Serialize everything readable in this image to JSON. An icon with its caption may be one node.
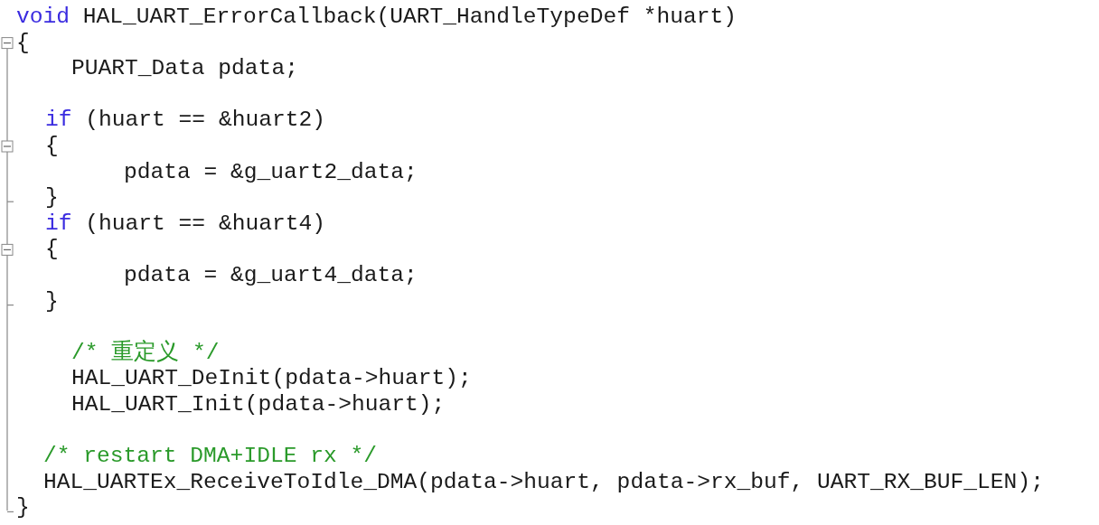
{
  "diagram": {
    "labels": [
      "void HAL_UART_ErrorCallback(UART_HandleTypeDef *huart)",
      "{",
      "PUART_Data pdata;",
      "if (huart == &huart2)",
      "{",
      "pdata = &g_uart2_data;",
      "}",
      "if (huart == &huart4)",
      "{",
      "pdata = &g_uart4_data;",
      "}",
      "/* 重定义 */",
      "HAL_UART_DeInit(pdata->huart);",
      "HAL_UART_Init(pdata->huart);",
      "/* restart DMA+IDLE rx */",
      "HAL_UARTEx_ReceiveToIdle_DMA(pdata->huart, pdata->rx_buf, UART_RX_BUF_LEN);",
      "}"
    ]
  }
}
